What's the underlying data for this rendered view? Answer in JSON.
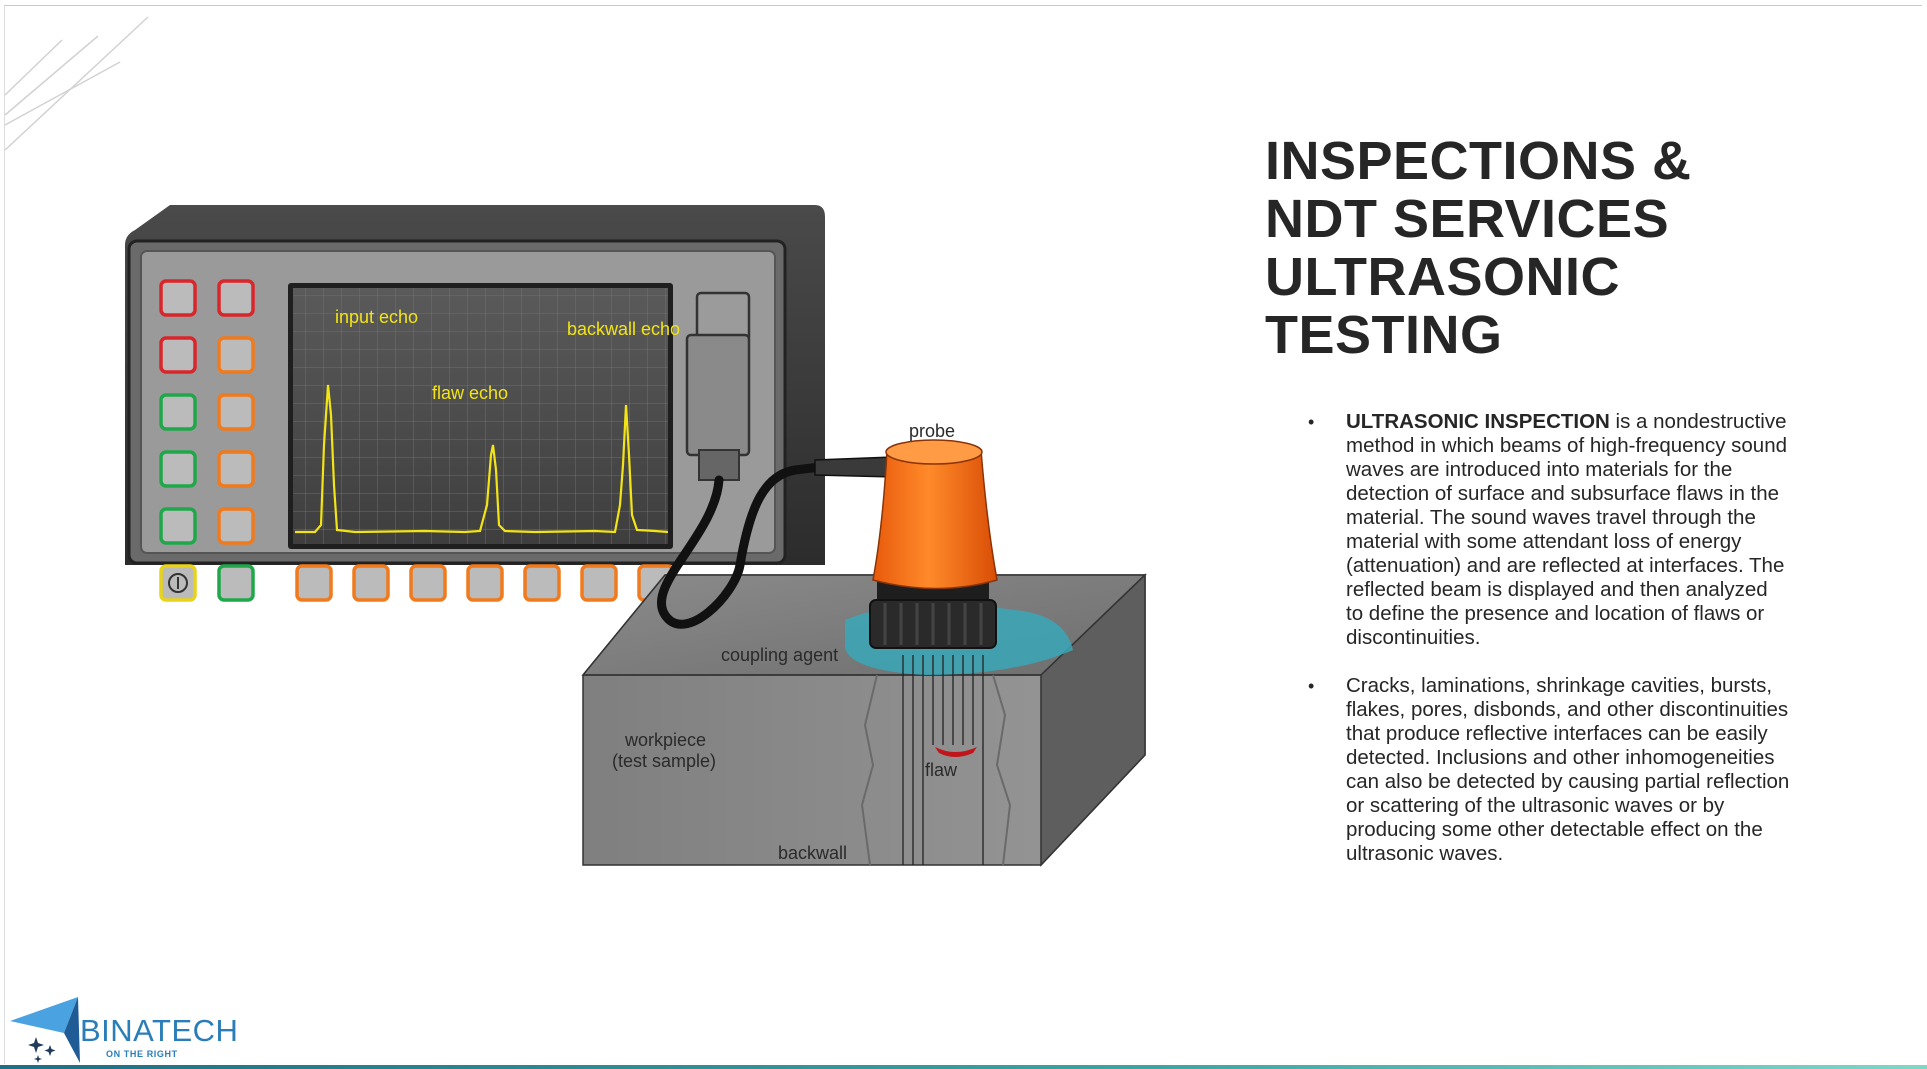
{
  "title_lines": [
    "INSPECTIONS &",
    "NDT SERVICES",
    "ULTRASONIC",
    "TESTING"
  ],
  "bullets": [
    {
      "lead": "ULTRASONIC INSPECTION",
      "text": " is a nondestructive method in which beams of high-frequency sound waves are introduced into materials for the detection of surface and subsurface flaws in the material. The sound waves travel through the material with some attendant loss of energy (attenuation) and are reflected at interfaces. The reflected beam is displayed and then analyzed to define the presence and location of flaws or discontinuities."
    },
    {
      "lead": "",
      "text": "Cracks, laminations, shrinkage cavities, bursts, flakes, pores, disbonds, and other discontinuities that produce reflective interfaces can be easily detected. Inclusions and other inhomogeneities can also be detected by causing partial reflection or scattering of the ultrasonic waves or by producing some other detectable effect on the ultrasonic waves."
    }
  ],
  "bullet_glyph": "•",
  "diagram": {
    "labels": {
      "input_echo": "input echo",
      "flaw_echo": "flaw echo",
      "backwall_echo": "backwall echo",
      "probe": "probe",
      "coupling_agent": "coupling agent",
      "workpiece_line1": "workpiece",
      "workpiece_line2": "(test sample)",
      "flaw": "flaw",
      "backwall": "backwall"
    },
    "colors": {
      "screen_trace": "#f2e416",
      "probe": "#ff7a1a",
      "button_red": "#d9262a",
      "button_orange": "#f07a1c",
      "button_green": "#1fa84a",
      "button_yellow": "#e8d21a"
    }
  },
  "logo": {
    "name": "BINATECH",
    "tagline": "ON THE RIGHT",
    "color": "#2a7db8"
  }
}
